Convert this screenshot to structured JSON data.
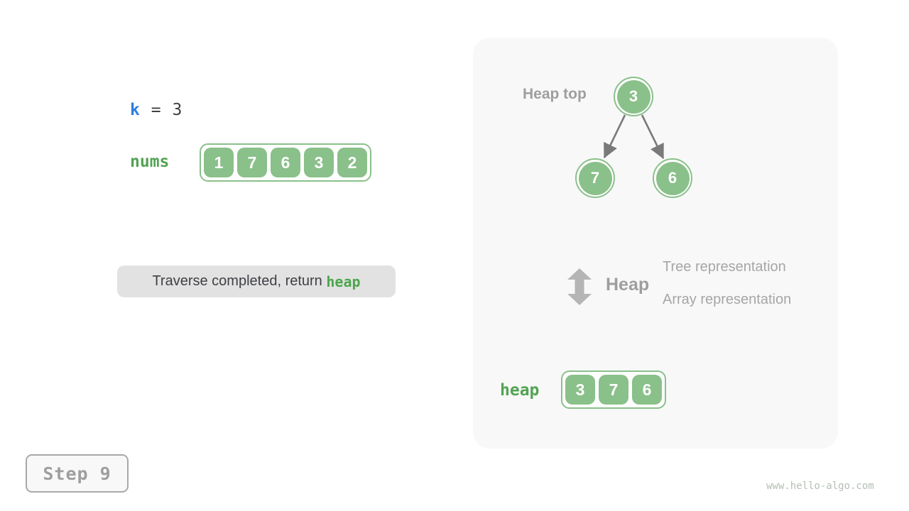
{
  "variables": {
    "k_name": "k",
    "equals": "=",
    "k_value": "3"
  },
  "nums": {
    "label": "nums",
    "values": [
      "1",
      "7",
      "6",
      "3",
      "2"
    ]
  },
  "status": {
    "text_prefix": "Traverse completed, return ",
    "highlight": "heap"
  },
  "panel": {
    "heap_top_label": "Heap top",
    "tree": {
      "root": "3",
      "left_child": "7",
      "right_child": "6"
    },
    "legend": {
      "title": "Heap",
      "line1": "Tree representation",
      "line2": "Array representation"
    },
    "heap_array": {
      "label": "heap",
      "values": [
        "3",
        "7",
        "6"
      ]
    }
  },
  "step": {
    "label": "Step 9"
  },
  "watermark": "www.hello-algo.com",
  "colors": {
    "node_green": "#8AC08A",
    "label_green": "#53A353",
    "k_blue": "#2A7FDE",
    "status_bg": "#E2E2E2",
    "panel_bg": "#F8F8F9",
    "gray_text": "#9E9E9E",
    "edge_gray": "#7A7A7A"
  }
}
